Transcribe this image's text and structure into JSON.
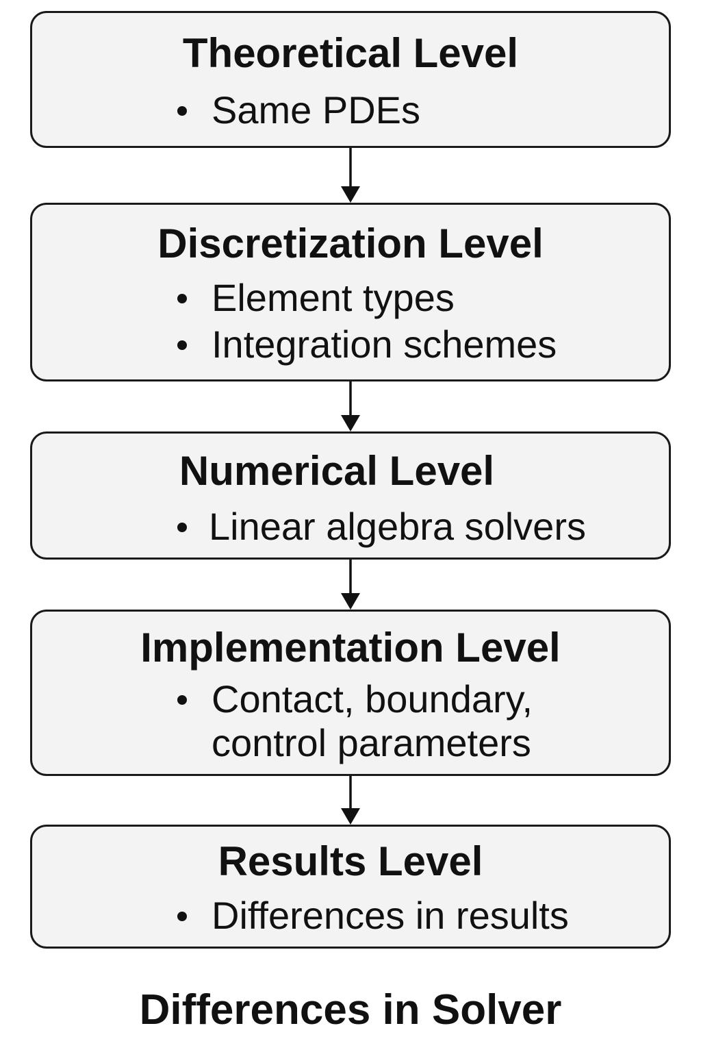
{
  "levels": [
    {
      "title": "Theoretical Level",
      "bullets": [
        "Same PDEs"
      ]
    },
    {
      "title": "Discretization Level",
      "bullets": [
        "Element types",
        "Integration schemes"
      ]
    },
    {
      "title": "Numerical Level",
      "bullets": [
        "Linear algebra solvers"
      ]
    },
    {
      "title": "Implementation Level",
      "bullets": [
        "Contact, boundary,",
        "control parameters"
      ]
    },
    {
      "title": "Results Level",
      "bullets": [
        "Differences in results"
      ]
    }
  ],
  "caption": "Differences in Solver",
  "colors": {
    "box_fill": "#f3f3f3",
    "box_border": "#1a1a1a",
    "text": "#111111"
  }
}
